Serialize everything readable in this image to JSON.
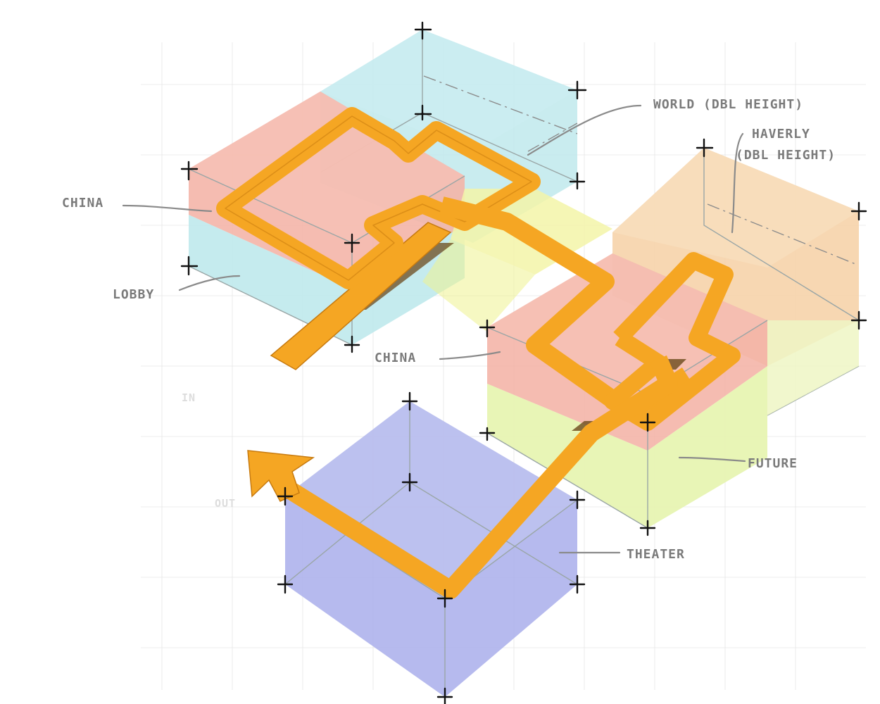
{
  "labels": {
    "world": "WORLD (DBL HEIGHT)",
    "haverly_line1": "HAVERLY",
    "haverly_line2": "(DBL HEIGHT)",
    "china_left": "CHINA",
    "lobby": "LOBBY",
    "china_center": "CHINA",
    "future": "FUTURE",
    "theater": "THEATER",
    "in": "IN",
    "out": "OUT"
  },
  "colors": {
    "cyan": "#bfe9ec",
    "salmon": "#f4b3a6",
    "yellow": "#f3f5a8",
    "peach": "#f6d3aa",
    "lime": "#e6f4b0",
    "blue": "#aeb3ec",
    "path": "#f5a623",
    "path_edge": "#c77a0f"
  }
}
